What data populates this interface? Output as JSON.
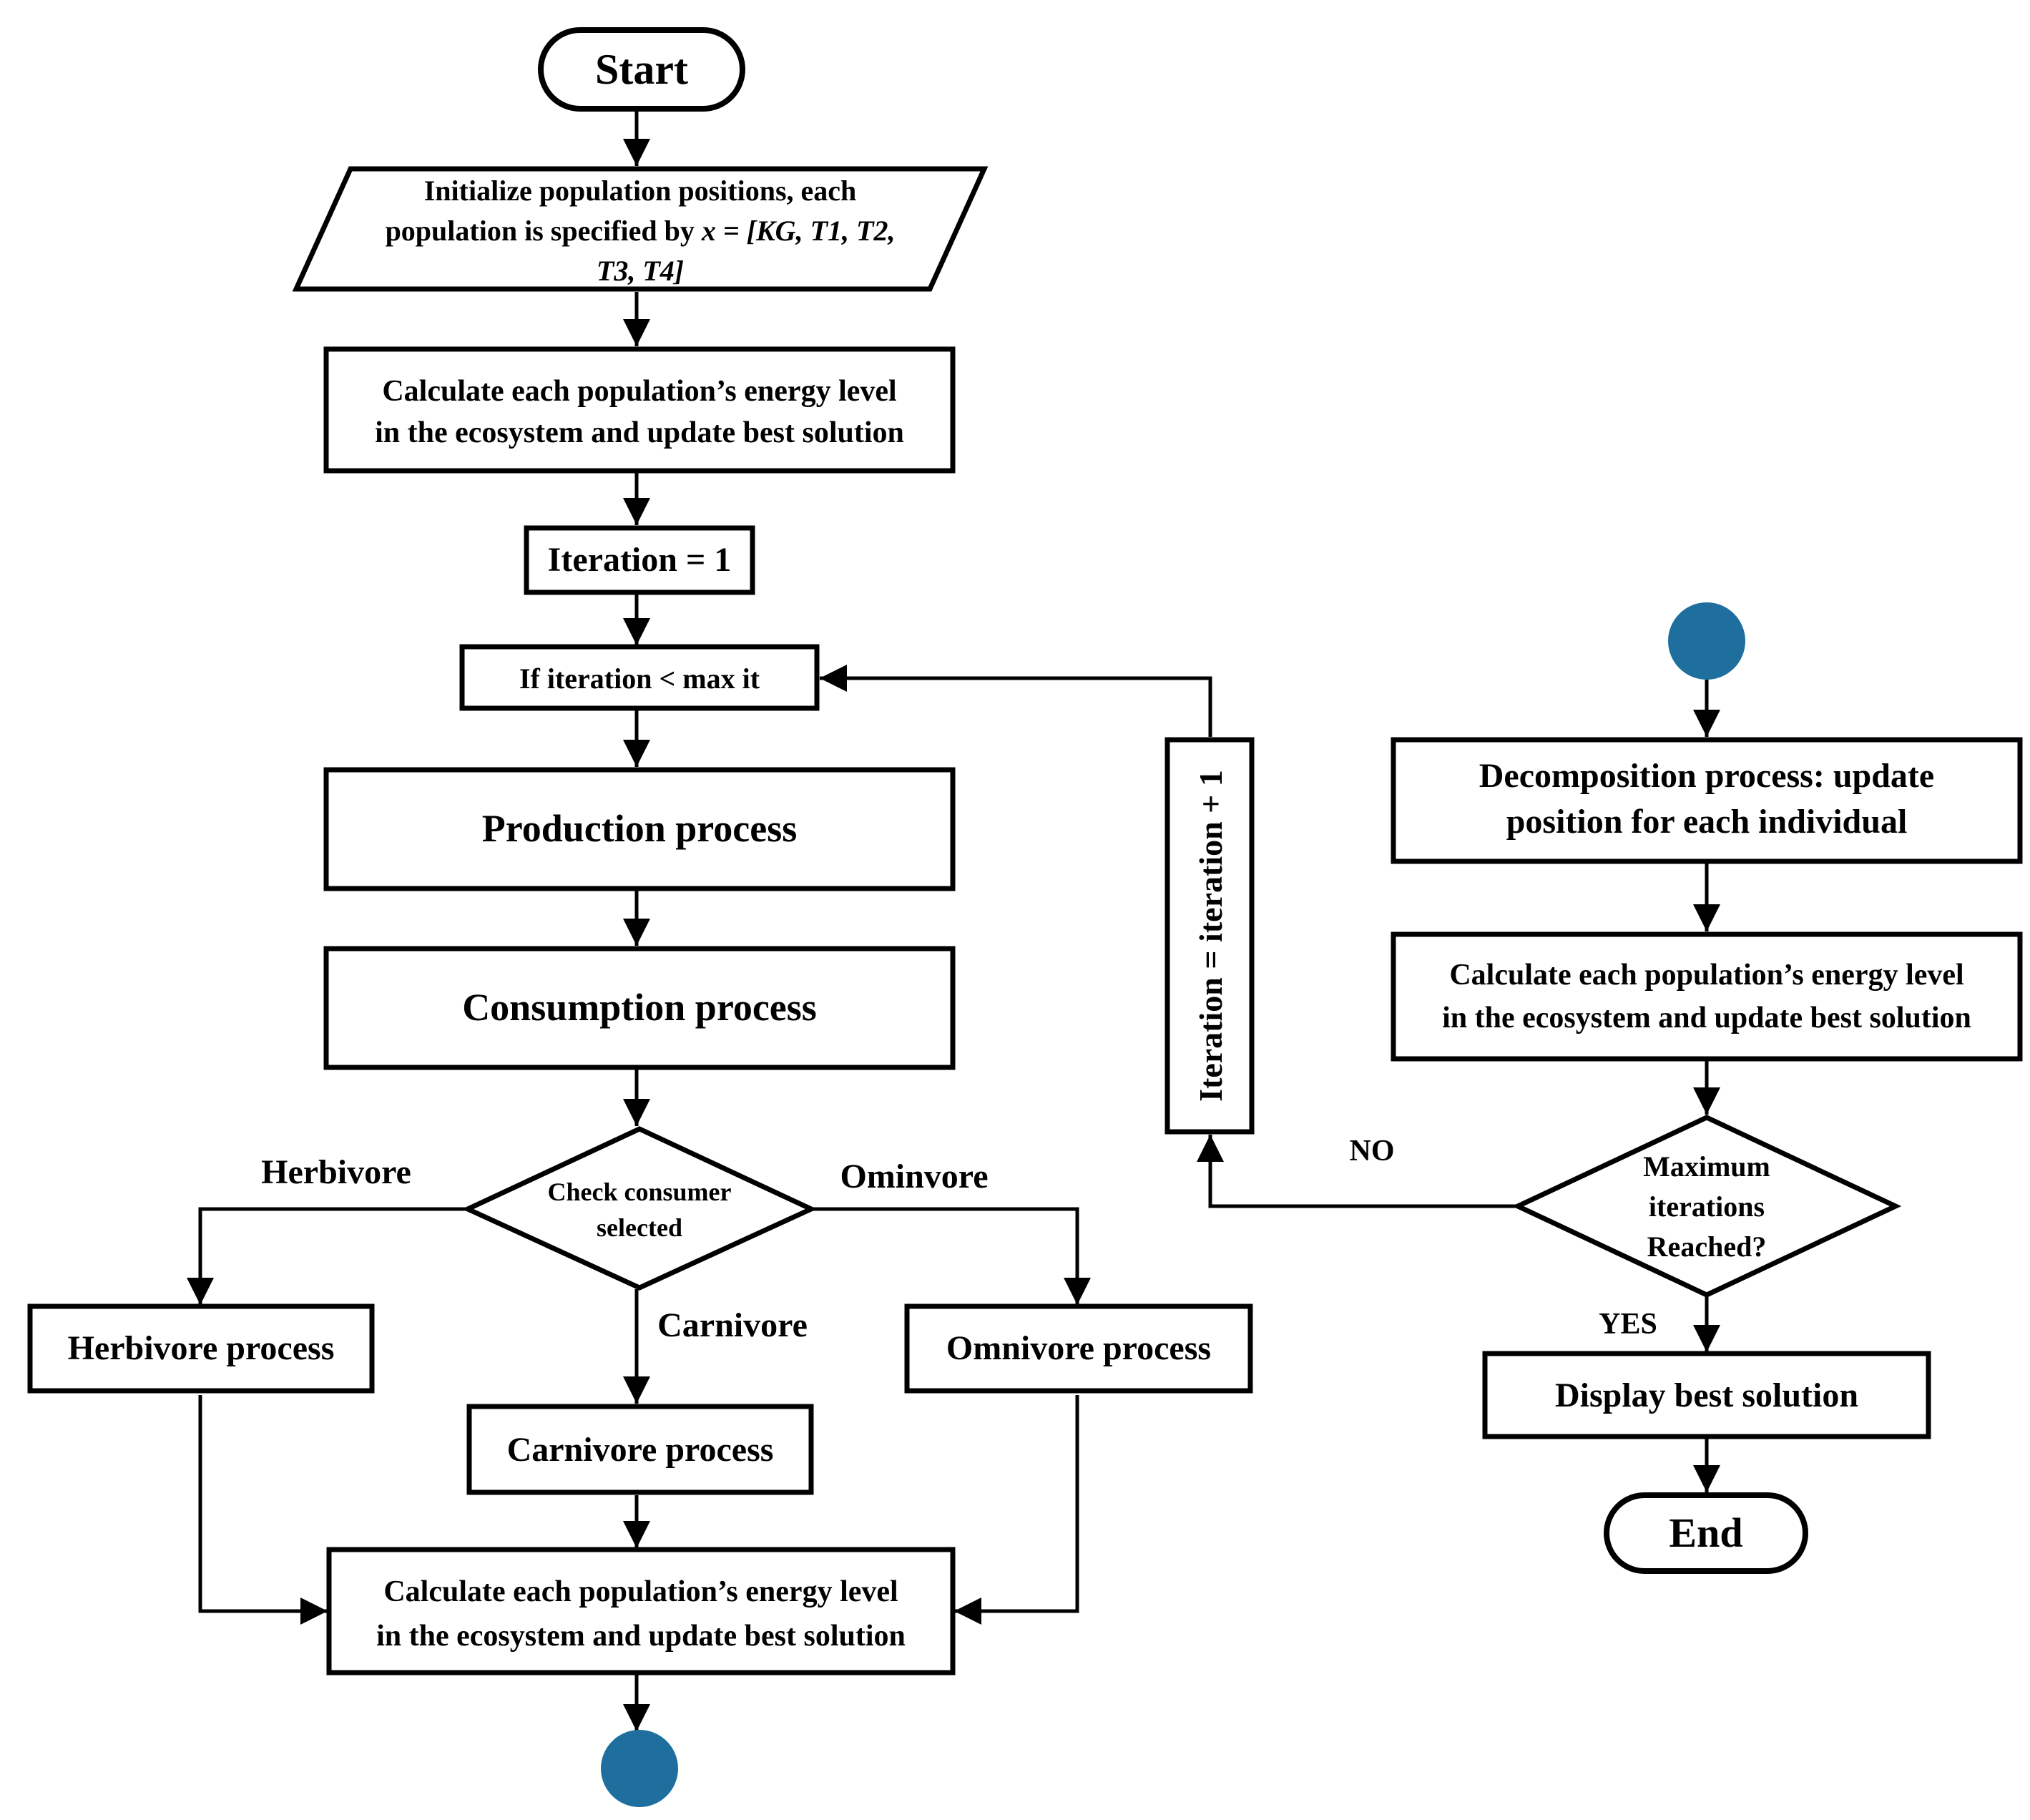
{
  "nodes": {
    "start": "Start",
    "init_line1": "Initialize population positions, each",
    "init_line2_prefix": "population is specified by ",
    "init_line2_var": "x",
    "init_line2_suffix": " = [KG, T1, T2,",
    "init_line3": "T3, T4]",
    "calc1_line1": "Calculate each population’s energy level",
    "calc1_line2": "in the ecosystem and update best solution",
    "iteration_init": "Iteration = 1",
    "condition": "If iteration < max it",
    "production": "Production process",
    "consumption": "Consumption process",
    "check_line1": "Check consumer",
    "check_line2": "selected",
    "herbivore_label": "Herbivore",
    "omnivore_label": "Ominvore",
    "carnivore_label": "Carnivore",
    "herbivore_process": "Herbivore process",
    "carnivore_process": "Carnivore process",
    "omnivore_process": "Omnivore process",
    "calc2_line1": "Calculate each population’s energy level",
    "calc2_line2": "in the ecosystem and update best solution",
    "iteration_increment": "Iteration = iteration + 1",
    "decomp_line1": "Decomposition process: update",
    "decomp_line2": "position for each individual",
    "calc3_line1": "Calculate each population’s energy level",
    "calc3_line2": "in the ecosystem and update best solution",
    "max_line1": "Maximum",
    "max_line2": "iterations",
    "max_line3": "Reached?",
    "no_label": "NO",
    "yes_label": "YES",
    "display": "Display best solution",
    "end": "End"
  },
  "colors": {
    "connector": "#1f6f9e",
    "stroke": "#000000",
    "background": "#ffffff"
  }
}
